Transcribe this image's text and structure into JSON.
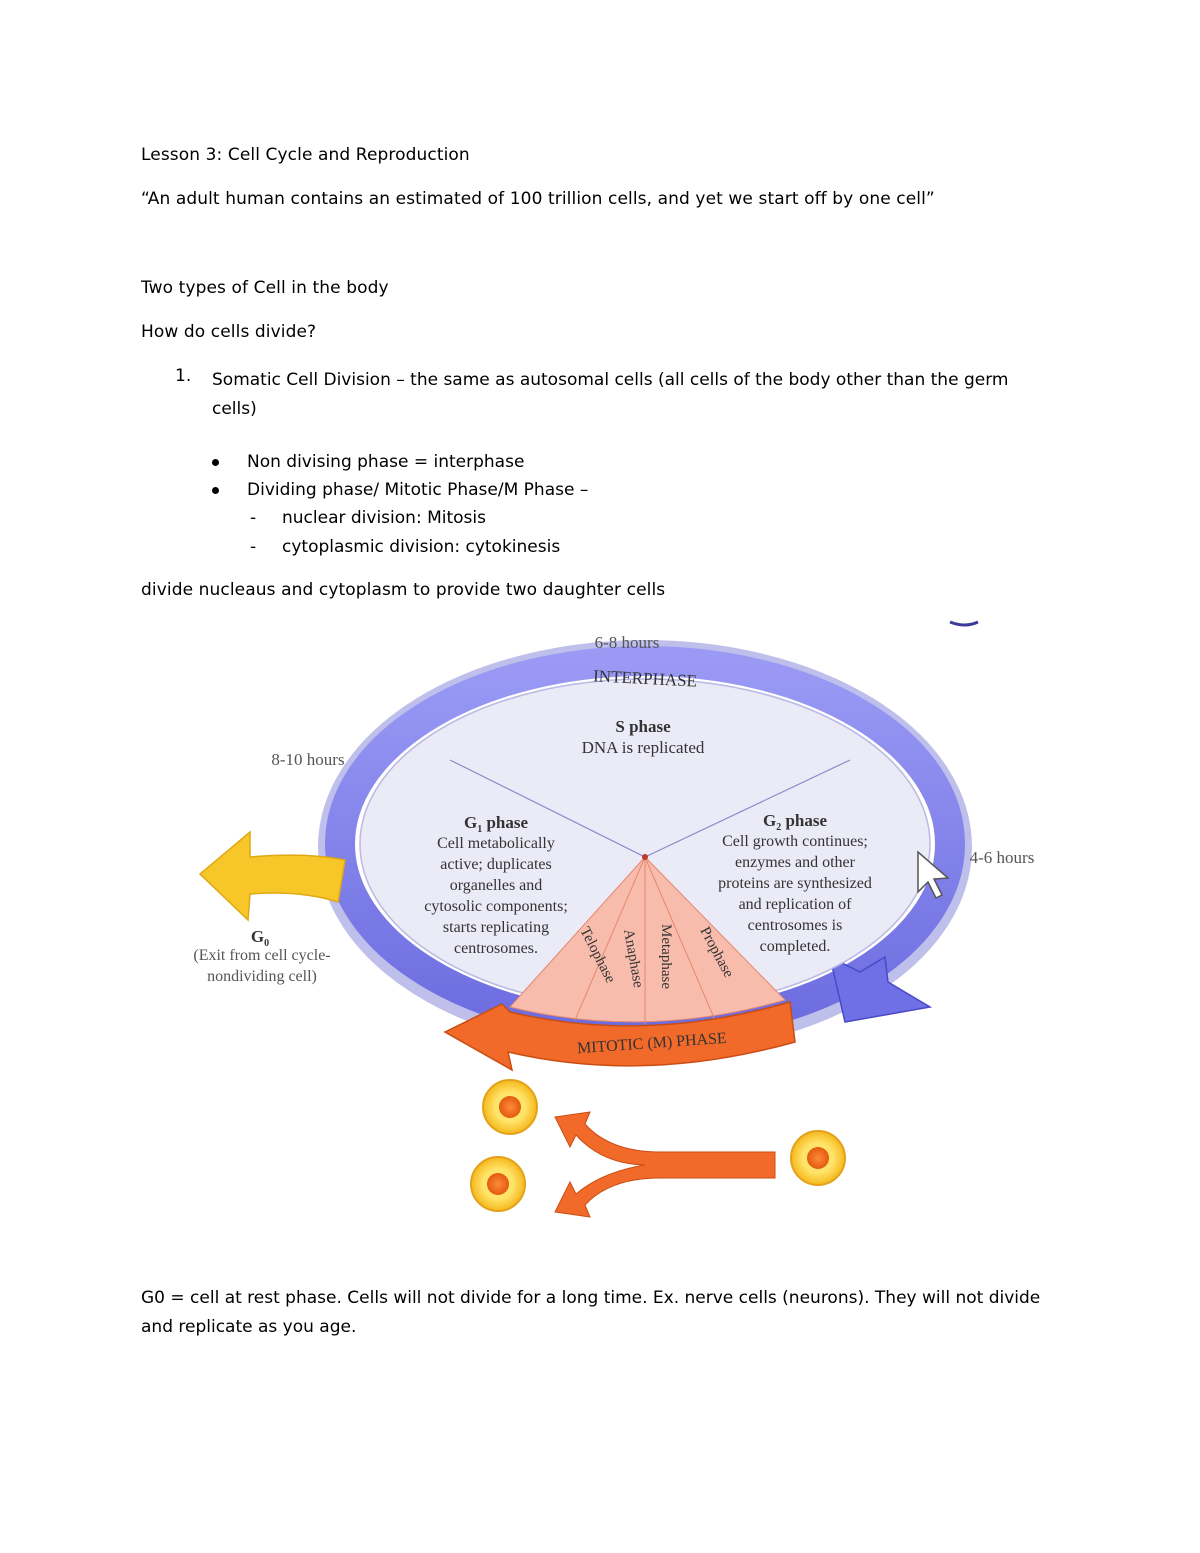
{
  "doc": {
    "title": "Lesson 3: Cell Cycle and Reproduction",
    "quote": "“An adult human contains an estimated of 100 trillion cells, and yet we start off by one cell”",
    "types_heading": "Two types of Cell in the body",
    "question": "How do cells divide?",
    "list_number": "1.",
    "list_item": "Somatic Cell Division – the same as autosomal cells (all cells of the body other than the germ cells)",
    "bullets": [
      "Non divising phase = interphase",
      "Dividing phase/ Mitotic Phase/M Phase –"
    ],
    "dash_mark": "-",
    "dashes": [
      "nuclear division: Mitosis",
      "cytoplasmic division: cytokinesis"
    ],
    "summary": "divide nucleaus and cytoplasm to provide two daughter cells",
    "g0_paragraph": "G0 = cell at rest phase. Cells will not divide for a long time. Ex. nerve cells (neurons). They will not divide and replicate as you age."
  },
  "diagram": {
    "hours_top": "6-8 hours",
    "hours_left": "8-10 hours",
    "hours_right": "4-6 hours",
    "interphase_label": "INTERPHASE",
    "s_phase": {
      "title": "S phase",
      "desc": "DNA is replicated"
    },
    "g1_phase": {
      "title": "G",
      "sub": "1",
      "title_rest": " phase",
      "lines": [
        "Cell metabolically",
        "active; duplicates",
        "organelles and",
        "cytosolic components;",
        "starts replicating",
        "centrosomes."
      ]
    },
    "g2_phase": {
      "title": "G",
      "sub": "2",
      "title_rest": " phase",
      "lines": [
        "Cell growth continues;",
        "enzymes and other",
        "proteins are synthesized",
        "and replication of",
        "centrosomes is",
        "completed."
      ]
    },
    "g0": {
      "title": "G",
      "sub": "0",
      "lines": [
        "(Exit from cell cycle-",
        "nondividing cell)"
      ]
    },
    "mitotic_phases": [
      "Telophase",
      "Anaphase",
      "Metaphase",
      "Prophase"
    ],
    "mitotic_label": "MITOTIC (M) PHASE",
    "colors": {
      "ring": "#8f8ff0",
      "ring_dark": "#5a5ad8",
      "disc": "#ecebf8",
      "mitotic": "#f7b8a8",
      "arrow_orange": "#f26a2a",
      "arrow_yellow": "#f7c72a",
      "cell_yellow": "#ffd84a"
    }
  }
}
